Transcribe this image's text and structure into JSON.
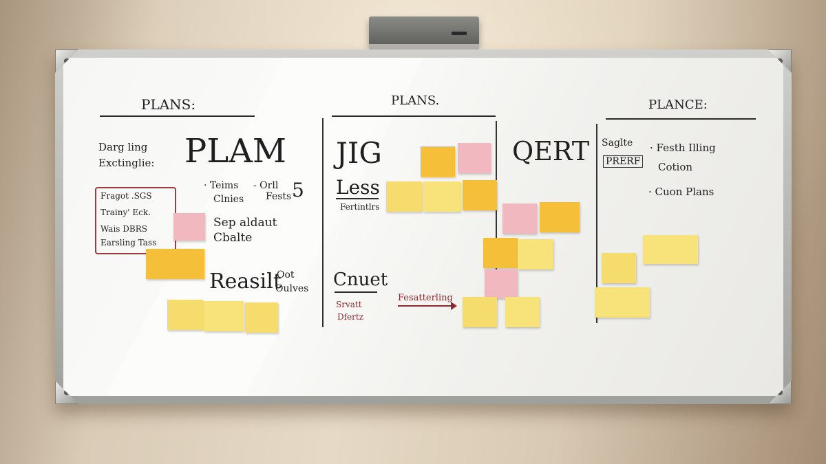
{
  "sections": {
    "left": {
      "heading": "PLANS:",
      "big": "PLAM",
      "side": [
        "Darg ling",
        "Exctinglie:"
      ],
      "box_lines": [
        "Fragot  .SGS",
        "Trainy'  Eck.",
        "Wais  DBRS",
        "Earsling  Tass"
      ],
      "bullets": [
        "· Teims",
        "Clnies",
        "- Orll",
        "Fests",
        "5",
        "Sep aldaut",
        "Cbalte"
      ],
      "result": [
        "Reasilt",
        "Oot",
        "Oulves"
      ]
    },
    "middle": {
      "heading": "PLANS.",
      "big": "JIG",
      "sub": "Less",
      "sub2": "Fertintlrs",
      "lower": "Cnuet",
      "red": [
        "Srvatt",
        "Dfertz"
      ],
      "arrow_label": "Fesatterling"
    },
    "right": {
      "heading": "PLANCE:",
      "big": "QERT",
      "side": [
        "Saglte",
        "PRERF"
      ],
      "bullets": [
        "· Festh Illing",
        "Cotion",
        "· Cuon Plans"
      ]
    }
  },
  "colors": {
    "yellow": "#f6dc6c",
    "orange": "#f5bf3a",
    "pink": "#f2b8bf",
    "ink": "#1f1f1f",
    "red_ink": "#8a2a30"
  }
}
